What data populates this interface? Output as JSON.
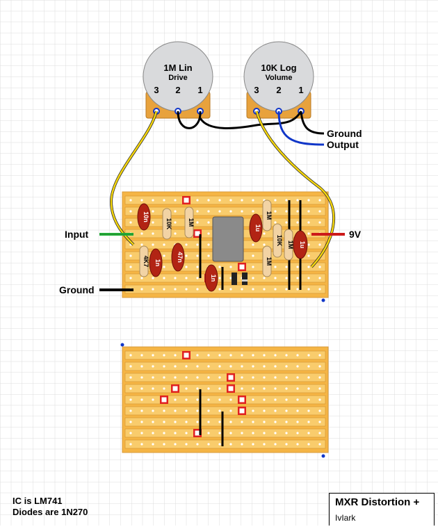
{
  "pots": [
    {
      "value": "1M Lin",
      "name": "Drive",
      "pins": [
        "3",
        "2",
        "1"
      ]
    },
    {
      "value": "10K Log",
      "name": "Volume",
      "pins": [
        "3",
        "2",
        "1"
      ]
    }
  ],
  "wire_labels": {
    "ground_pot": "Ground",
    "output": "Output",
    "input": "Input",
    "power": "9V",
    "ground_board": "Ground"
  },
  "components": {
    "c1": "10n",
    "r1": "10K",
    "r2": "1M",
    "r3": "4K7",
    "c2": "1n",
    "c3": "47n",
    "c4": "1n",
    "c5": "1u",
    "r4": "1M",
    "r5": "10K",
    "r6": "1M",
    "r7": "1M",
    "c6": "1u"
  },
  "notes": {
    "ic": "IC is LM741",
    "diodes": "Diodes are 1N270"
  },
  "title": "MXR Distortion +",
  "author": "IvIark",
  "colors": {
    "board": "#f5b545",
    "strip": "#f9cc6c",
    "strip_edge": "#d1902e",
    "cap": "#b22414",
    "resistor": "#f2d3a4",
    "wire_yellow": "#f5d60e",
    "wire_blue": "#1036c8",
    "wire_green": "#22b83a",
    "wire_red": "#cc1a1a",
    "pot_body": "#d9dadc",
    "pot_base": "#e8a23c"
  }
}
